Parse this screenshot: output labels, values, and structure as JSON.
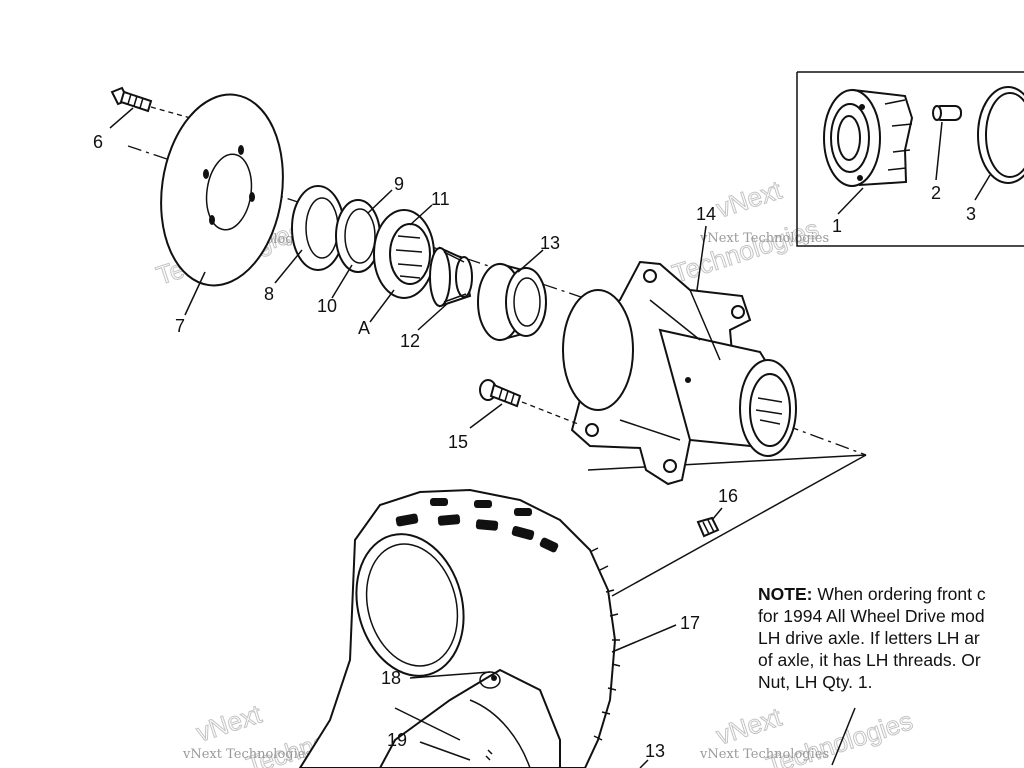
{
  "callouts": {
    "c1": "1",
    "c2": "2",
    "c3": "3",
    "c6": "6",
    "c7": "7",
    "c8": "8",
    "c9": "9",
    "c10": "10",
    "c11": "11",
    "cA": "A",
    "c12": "12",
    "c13": "13",
    "c13b": "13",
    "c14": "14",
    "c15": "15",
    "c16": "16",
    "c17": "17",
    "c18": "18",
    "c19": "19"
  },
  "note": {
    "label": "NOTE:",
    "line1": " When ordering front c",
    "line2": "for 1994 All Wheel Drive mod",
    "line3": "LH drive axle.  If letters LH ar",
    "line4": "of axle, it has LH threads.  Or",
    "line5": "Nut, LH Qty. 1."
  },
  "watermark": {
    "small": "vNext Technologies",
    "big1": "vNext",
    "big2": "Technologies"
  }
}
